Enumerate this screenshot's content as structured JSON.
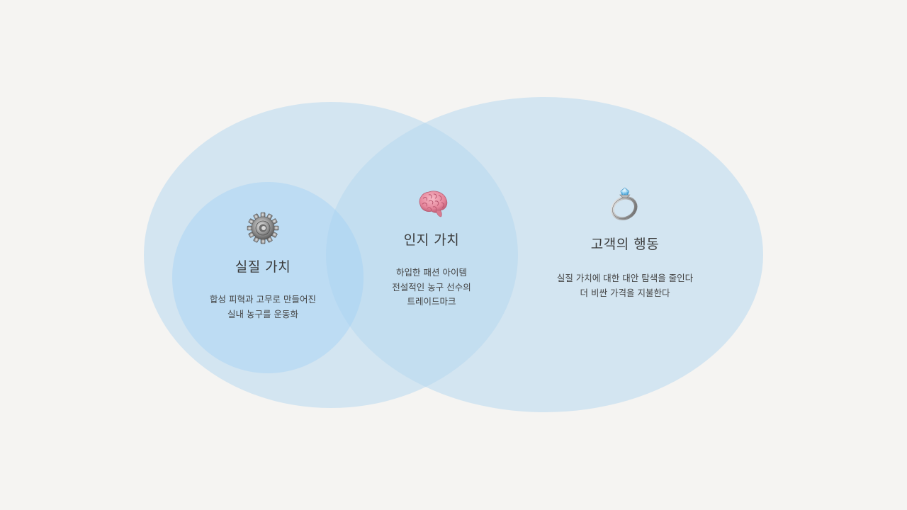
{
  "colors": {
    "background": "#f5f4f2",
    "outer_ellipse": "#d6e7f4",
    "inner_circle": "#bedff5",
    "overlap": "#acd6f4",
    "text": "#3a3a3a"
  },
  "diagram": {
    "type": "venn",
    "nodes": [
      {
        "id": "physical-value",
        "icon": "gear-icon",
        "title": "실질 가치",
        "lines": [
          "합성 피혁과 고무로 만들어진",
          "실내 농구를 운동화"
        ]
      },
      {
        "id": "cognitive-value",
        "icon": "brain-icon",
        "title": "인지 가치",
        "lines": [
          "하입한 패션 아이템",
          "전설적인 농구 선수의",
          "트레이드마크"
        ]
      },
      {
        "id": "customer-behavior",
        "icon": "ring-icon",
        "title": "고객의 행동",
        "lines": [
          "실질 가치에 대한 대안 탐색을 줄인다",
          "더 비싼 가격을 지불한다"
        ]
      }
    ]
  }
}
